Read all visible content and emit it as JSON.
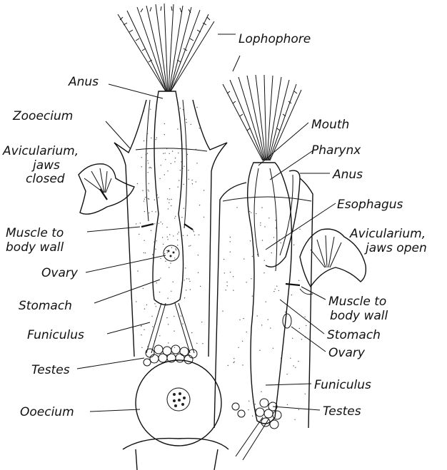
{
  "labels": {
    "lophophore": "Lophophore",
    "anus_left": "Anus",
    "zooecium": "Zooecium",
    "avicularium_closed_1": "Avicularium,",
    "avicularium_closed_2": "jaws",
    "avicularium_closed_3": "closed",
    "muscle_left_1": "Muscle to",
    "muscle_left_2": "body wall",
    "ovary_left": "Ovary",
    "stomach_left": "Stomach",
    "funiculus_left": "Funiculus",
    "testes_left": "Testes",
    "ooecium": "Ooecium",
    "mouth": "Mouth",
    "pharynx": "Pharynx",
    "anus_right": "Anus",
    "esophagus": "Esophagus",
    "avicularium_open_1": "Avicularium,",
    "avicularium_open_2": "jaws open",
    "muscle_right_1": "Muscle to",
    "muscle_right_2": "body wall",
    "stomach_right": "Stomach",
    "ovary_right": "Ovary",
    "funiculus_right": "Funiculus",
    "testes_right": "Testes"
  }
}
